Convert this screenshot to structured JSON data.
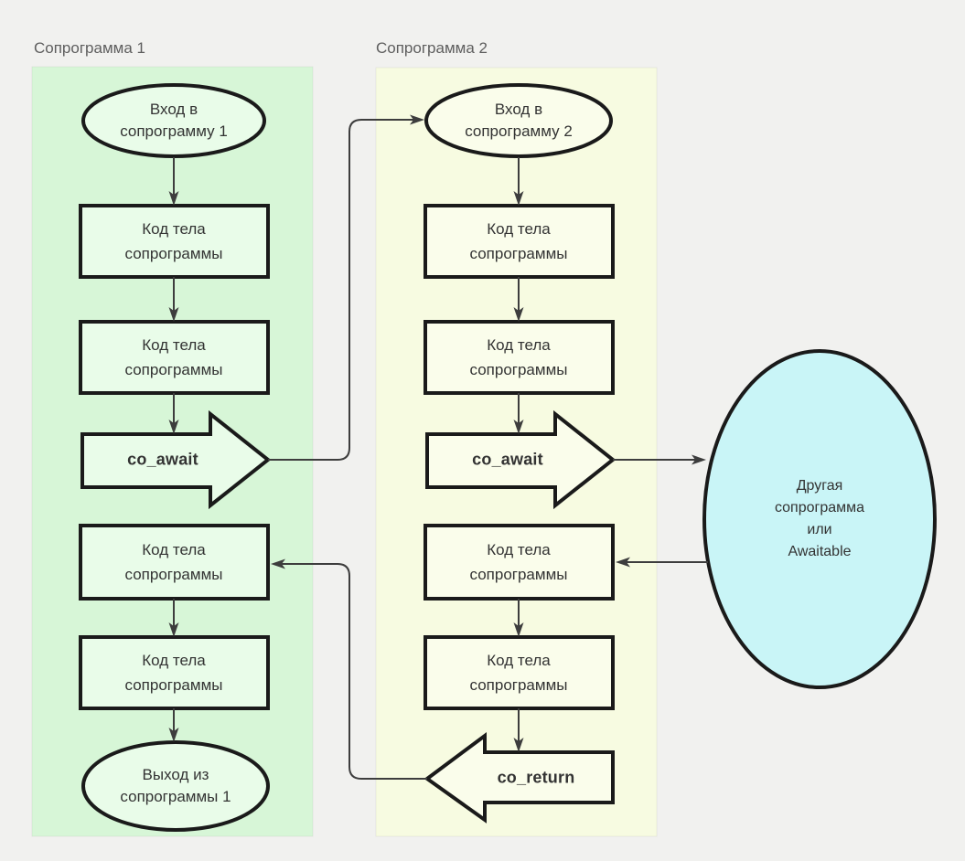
{
  "palette": {
    "page-bg": "#f1f1ef",
    "panel1-bg": "#d7f6d7",
    "panel1-shape": "#e9fce9",
    "panel2-bg": "#f7fbe1",
    "panel2-shape": "#fafdeb",
    "awaitable-fill": "#c9f5f7",
    "shape-stroke": "#1a1a1a",
    "connector": "#3d3d3d",
    "text": "#333333",
    "title": "#5e5e5e"
  },
  "panel1": {
    "title": "Сопрограмма 1",
    "entry": {
      "line1": "Вход в",
      "line2": "сопрограмму 1"
    },
    "body": {
      "line1": "Код тела",
      "line2": "сопрограммы"
    },
    "co_await_label": "co_await",
    "exit": {
      "line1": "Выход из",
      "line2": "сопрограммы 1"
    }
  },
  "panel2": {
    "title": "Сопрограмма 2",
    "entry": {
      "line1": "Вход в",
      "line2": "сопрограмму 2"
    },
    "body": {
      "line1": "Код тела",
      "line2": "сопрограммы"
    },
    "co_await_label": "co_await",
    "co_return_label": "co_return"
  },
  "awaitable": {
    "line1": "Другая",
    "line2": "сопрограмма",
    "line3": "или",
    "line4": "Awaitable"
  }
}
